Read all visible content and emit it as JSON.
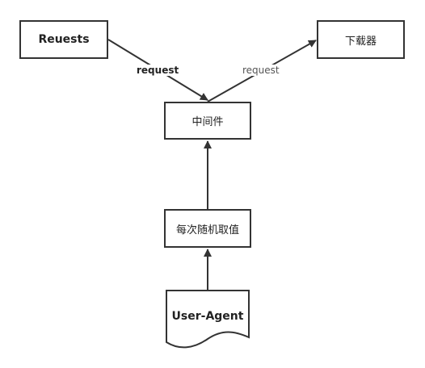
{
  "nodes": {
    "reuests": "Reuests",
    "downloader": "下载器",
    "middleware": "中间件",
    "random": "每次随机取值",
    "user_agent": "User-Agent"
  },
  "edges": {
    "left_label": "request",
    "right_label": "request"
  },
  "colors": {
    "stroke": "#333333",
    "text": "#222222",
    "muted_text": "#555555",
    "background": "#ffffff"
  }
}
